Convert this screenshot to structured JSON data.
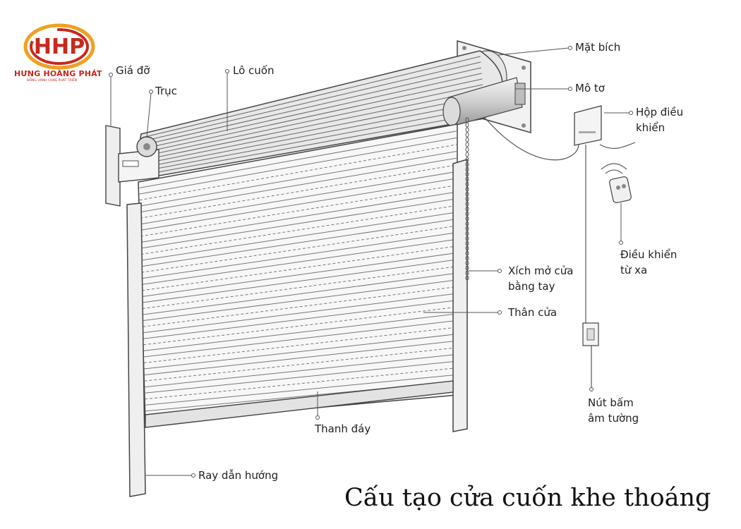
{
  "logo": {
    "monogram": "HHP",
    "brand": "HƯNG HOÀNG PHÁT",
    "tagline": "ĐỒNG HÀNH CÙNG PHÁT TRIỂN"
  },
  "labels": {
    "gia_do": "Giá đỡ",
    "truc": "Trục",
    "lo_cuon": "Lô cuốn",
    "mat_bich": "Mặt bích",
    "mo_to": "Mô tơ",
    "hop_dieu_khien_1": "Hộp điều",
    "hop_dieu_khien_2": "khiển",
    "dieu_khien_tu_xa_1": "Điều khiển",
    "dieu_khien_tu_xa_2": "từ xa",
    "xich_1": "Xích mở cửa",
    "xich_2": "bằng tay",
    "than_cua": "Thân cửa",
    "nut_bam_1": "Nút bấm",
    "nut_bam_2": "âm tường",
    "thanh_day": "Thanh đáy",
    "ray_dan_huong": "Ray dẫn hướng"
  },
  "caption": "Cấu tạo cửa cuốn khe thoáng",
  "colors": {
    "line": "#555555",
    "brand_red": "#c8281e",
    "brand_orange": "#f0a020"
  }
}
